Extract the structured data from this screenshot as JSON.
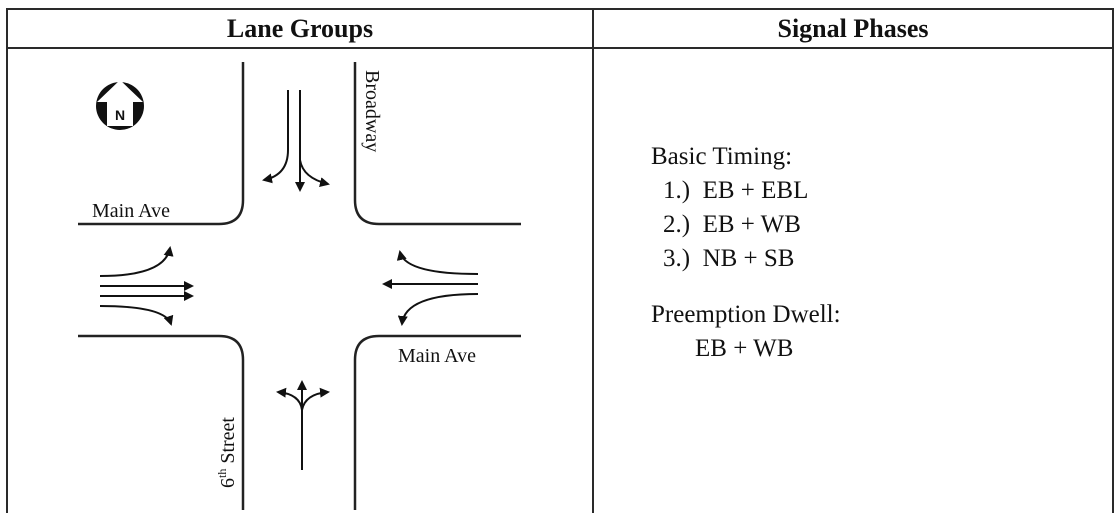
{
  "headers": {
    "left": "Lane Groups",
    "right": "Signal Phases"
  },
  "diagram": {
    "north_badge": "N",
    "street_main_west": "Main Ave",
    "street_main_east": "Main Ave",
    "street_broadway": "Broadway",
    "street_sixth_num": "6",
    "street_sixth_sup": "th",
    "street_sixth_rest": " Street"
  },
  "phases": {
    "basic_title": "Basic Timing:",
    "basic_items": [
      "1.)  EB + EBL",
      "2.)  EB + WB",
      "3.)  NB + SB"
    ],
    "preempt_title": "Preemption Dwell:",
    "preempt_items": [
      "EB + WB"
    ]
  },
  "icons": {
    "north_arrow": "north-arrow-icon"
  }
}
